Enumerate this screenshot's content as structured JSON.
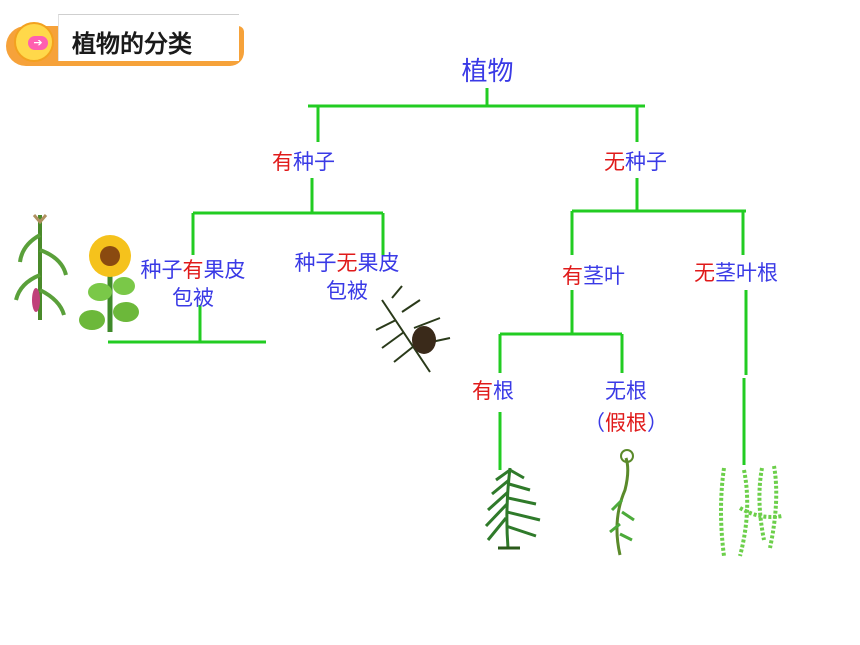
{
  "header": {
    "title": "植物的分类"
  },
  "tree": {
    "root": "植物",
    "has_seed": {
      "mark": "有",
      "rest": "种子"
    },
    "no_seed": {
      "mark": "无",
      "rest": "种子"
    },
    "seed_with_pericarp": {
      "pre": "种子",
      "mark": "有",
      "rest": "果皮",
      "line2": "包被"
    },
    "seed_no_pericarp": {
      "pre": "种子",
      "mark": "无",
      "rest": "果皮",
      "line2": "包被"
    },
    "has_stem_leaf": {
      "mark": "有",
      "rest": "茎叶"
    },
    "no_stem_leaf_root": {
      "mark": "无",
      "rest": "茎叶根"
    },
    "has_root": {
      "mark": "有",
      "rest": "根"
    },
    "no_root": {
      "line1": "无根",
      "open": "（",
      "mark": "假根",
      "close": "）"
    }
  },
  "colors": {
    "line": "#22cc22",
    "label": "#3a3ae6",
    "mark": "#e01a1a",
    "header_bar": "#f6a23a"
  },
  "icons": [
    "corn-plant-icon",
    "sunflower-icon",
    "pine-branch-icon",
    "fern-icon",
    "moss-icon",
    "algae-icon"
  ]
}
